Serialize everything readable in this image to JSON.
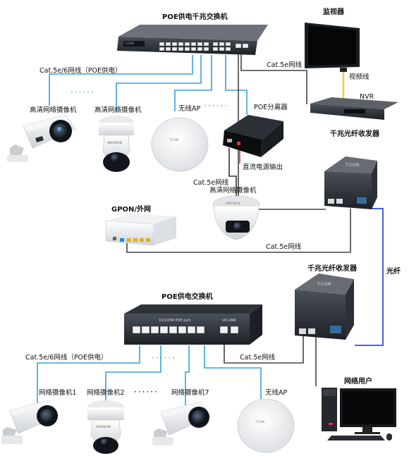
{
  "top": {
    "poe_gigabit_switch": "POE供电千兆交换机",
    "monitor": "监视器",
    "video_cable": "视频线",
    "nvr": "NVR",
    "cat5e_poe": "Cat.5e/6网线（POE供电）",
    "cat5e_nvr": "Cat.5e网线",
    "hd_camera_1": "高清网络摄像机",
    "hd_camera_2": "高清网络摄像机",
    "wireless_ap": "无线AP",
    "poe_splitter": "POE分离器",
    "dc_output": "直流电源输出",
    "cat5e_splitter": "Cat.5e网线",
    "hd_camera_3": "高清网络摄像机",
    "gigabit_converter": "千兆光纤收发器",
    "gpon": "GPON/外网",
    "cat5e_gpon": "Cat.5e网线",
    "fiber": "光纤",
    "dots": "······"
  },
  "bottom": {
    "gigabit_converter": "千兆光纤收发器",
    "poe_switch": "POE供电交换机",
    "switch_port_label": "10/100M POE port",
    "switch_uplink_label": "UP-LINK",
    "cat5e_poe": "Cat.5e/6网线（POE供电）",
    "cat5e_converter": "Cat.5e网线",
    "network_user": "网络用户",
    "camera_1": "网络摄像机1",
    "camera_2": "网络摄像机2",
    "camera_7": "网络摄像机7",
    "ellipsis": "······",
    "wireless_ap": "无线AP",
    "dots": "······"
  },
  "brand": "T-COM",
  "colors": {
    "poe_cable": "#3aa0d8",
    "data_cable": "#444444",
    "video_cable": "#f2d21a",
    "fiber": "#2a52d8"
  }
}
